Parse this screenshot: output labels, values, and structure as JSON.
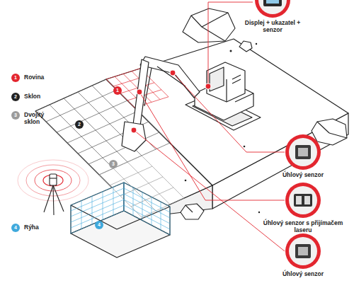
{
  "diagram": {
    "nodes": [
      {
        "text": [
          "Displej + ukazatel + senzor"
        ]
      },
      {
        "text": [
          "Úhlový senzor"
        ]
      },
      {
        "text": [
          "Úhlový senzor s přijímačem laseru"
        ]
      },
      {
        "text": [
          "Úhlový senzor"
        ]
      }
    ],
    "labels": [
      "1",
      "2",
      "3",
      "4",
      "1",
      "2",
      "3",
      "4"
    ],
    "legend": [
      {
        "text": "Rovina",
        "color": "#e3262f"
      },
      {
        "text": "Sklon",
        "color": "#222222"
      },
      {
        "text": "Dvojitý sklon",
        "color": "#9b9b9b"
      },
      {
        "text": "Rýha",
        "color": "#3fa9dc"
      }
    ]
  }
}
